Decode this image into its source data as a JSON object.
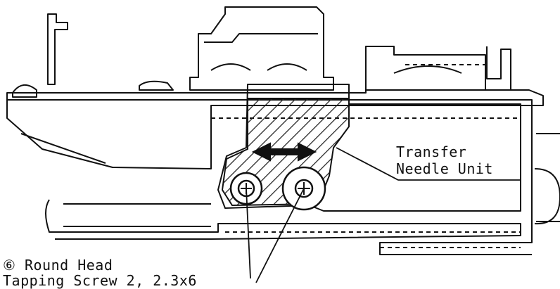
{
  "labels": {
    "transfer_line1": "Transfer",
    "transfer_line2": "Needle Unit",
    "screw_line1": "⑥ Round Head",
    "screw_line2": "Tapping Screw 2, 2.3x6"
  },
  "colors": {
    "ink": "#111111",
    "hatch": "#222222",
    "background": "#ffffff"
  }
}
